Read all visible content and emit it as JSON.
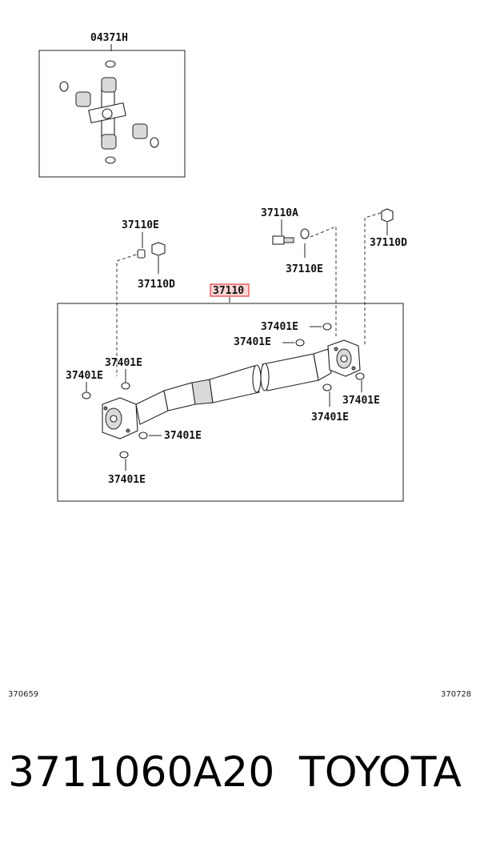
{
  "diagram": {
    "labels": {
      "kit": "04371H",
      "e_top_left": "37110E",
      "d_top_left": "37110D",
      "a_bolt": "37110A",
      "e_top_right": "37110E",
      "d_top_right": "37110D",
      "main": "37110",
      "c401_1": "37401E",
      "c401_2": "37401E",
      "c401_3": "37401E",
      "c401_4": "37401E",
      "c401_5": "37401E",
      "c401_6": "37401E",
      "c401_7": "37401E",
      "c401_8": "37401E"
    },
    "ref_left": "370659",
    "ref_right": "370728",
    "highlight_color": "#e04040"
  },
  "caption": {
    "part_number": "3711060A20",
    "brand": "TOYOTA"
  }
}
